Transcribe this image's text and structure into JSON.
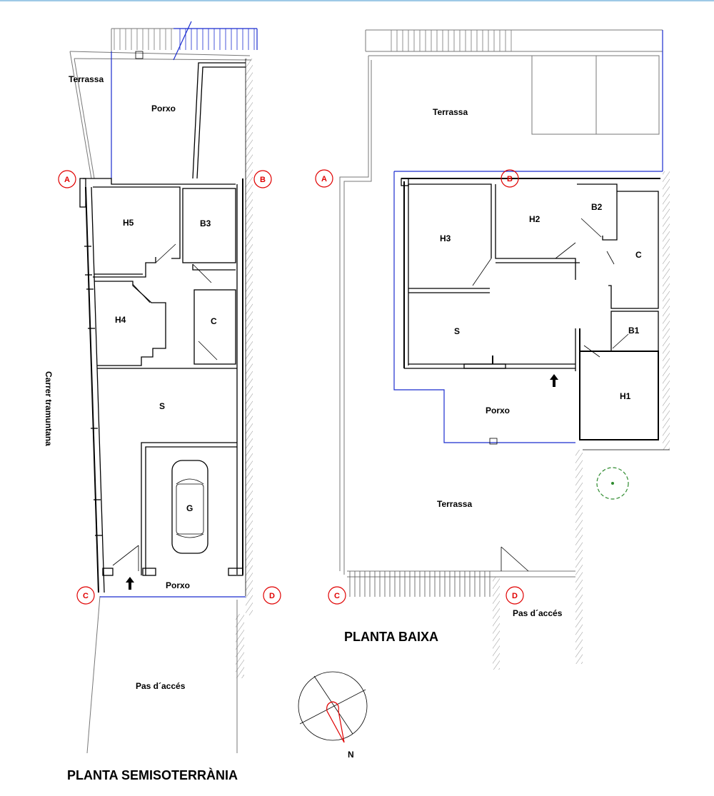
{
  "plans": {
    "semisoterrania": {
      "title": "PLANTA SEMISOTERRÀNIA",
      "rooms": {
        "terrassa": "Terrassa",
        "porxo_top": "Porxo",
        "h5": "H5",
        "b3": "B3",
        "h4": "H4",
        "c": "C",
        "s": "S",
        "g": "G",
        "porxo_bottom": "Porxo",
        "pas_acces": "Pas d´accés"
      },
      "street": "Carrer tramuntana",
      "markers": [
        "A",
        "B",
        "C",
        "D"
      ]
    },
    "baixa": {
      "title": "PLANTA BAIXA",
      "rooms": {
        "terrassa_top": "Terrassa",
        "h3": "H3",
        "h2": "H2",
        "b2": "B2",
        "c": "C",
        "s": "S",
        "b1": "B1",
        "h1": "H1",
        "porxo": "Porxo",
        "terrassa_bottom": "Terrassa",
        "pas_acces": "Pas d´accés"
      },
      "markers": [
        "A",
        "B",
        "C",
        "D"
      ]
    }
  },
  "compass": {
    "north": "N"
  },
  "colors": {
    "walls": "#000000",
    "outline": "#1a2ccf",
    "markers": "#e00000",
    "tree": "#2e8b2e"
  }
}
